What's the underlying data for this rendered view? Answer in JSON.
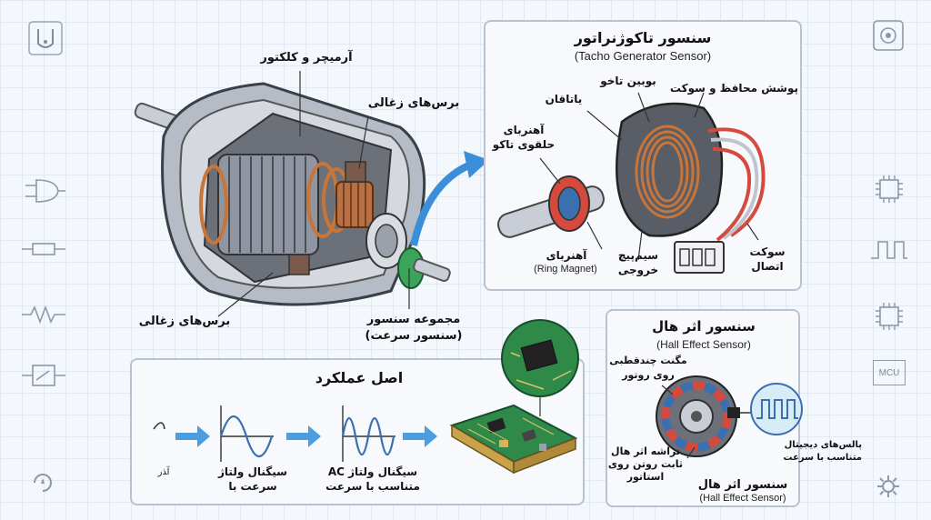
{
  "motor": {
    "armature_label": "آرمیچر و کلکتور",
    "brushes_top_label": "برس‌های زغالی",
    "brushes_bottom_label": "برس‌های زغالی",
    "speed_sensor_label_line1": "مجموعه سنسور",
    "speed_sensor_label_line2": "(سنسور سرعت)"
  },
  "tacho": {
    "title": "سنسور تاکوژنراتور",
    "subtitle": "(Tacho Generator Sensor)",
    "coil_label": "بوبین تاخو",
    "bearing_label": "یاتاقان",
    "cover_label": "پوشش محافظ و سوکت",
    "ring_magnet_label_line1": "آهنربای",
    "ring_magnet_label_line2": "حلقوی تاکو",
    "ring_magnet2_label": "آهنربای",
    "ring_magnet2_en": "(Ring Magnet)",
    "output_wire_label_line1": "سیم‌پیچ",
    "output_wire_label_line2": "خروجی",
    "socket_label_line1": "سوکت",
    "socket_label_line2": "اتصال"
  },
  "hall": {
    "title": "سنسور اثر هال",
    "subtitle": "(Hall Effect Sensor)",
    "magnet_label_line1": "مگنت چندقطبی",
    "magnet_label_line2": "روی روتور",
    "chip_label_line1": "تراشه اثر هال",
    "chip_label_line2": "ثابت روتن روی",
    "chip_label_line3": "استاتور",
    "pulses_label_line1": "پالس‌های دیجیتال",
    "pulses_label_line2": "متناسب با سرعت",
    "bottom_title": "سنسور اثر هال",
    "bottom_subtitle": "(Hall Effect Sensor)"
  },
  "principle": {
    "title": "اصل عملکرد",
    "step1_label": "ﺁﺬﺭ",
    "step2_label_line1": "سیگنال ولتاژ",
    "step2_label_line2": "سرعت با",
    "step3_label_line1": "سیگنال ولتاژ AC",
    "step3_label_line2": "متناسب با سرعت"
  },
  "sidebar": {
    "mcu_label": "MCU"
  },
  "colors": {
    "panel_border": "#b9c3cf",
    "arrow_blue": "#3a8fd8",
    "copper": "#c8753a",
    "wave_blue": "#3a6fb0"
  }
}
